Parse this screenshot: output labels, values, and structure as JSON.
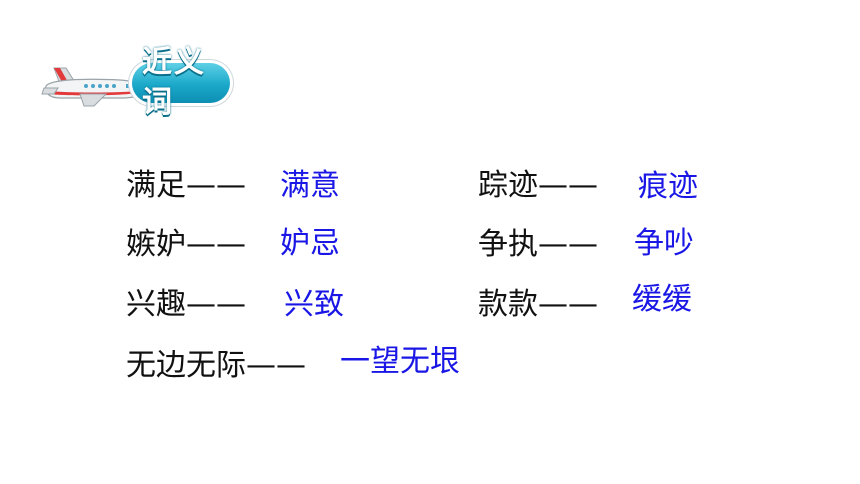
{
  "header": {
    "title": "近义词",
    "icon": "airplane-icon"
  },
  "colors": {
    "answer_text": "#1a17e6",
    "term_text": "#111111",
    "badge": "#1aa8c9"
  },
  "pairs": [
    {
      "term": "满足——",
      "answer": "满意"
    },
    {
      "term": "嫉妒——",
      "answer": "妒忌"
    },
    {
      "term": "兴趣——",
      "answer": "兴致"
    },
    {
      "term": "无边无际——",
      "answer": "一望无垠"
    },
    {
      "term": "踪迹——",
      "answer": "痕迹"
    },
    {
      "term": "争执——",
      "answer": "争吵"
    },
    {
      "term": "款款——",
      "answer": "缓缓"
    }
  ]
}
